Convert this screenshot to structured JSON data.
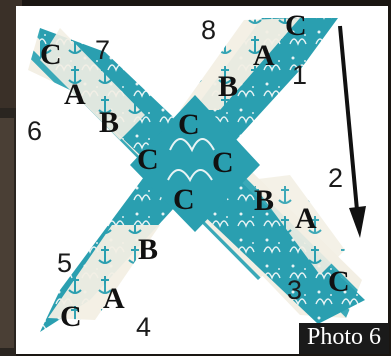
{
  "caption": "Photo 6",
  "numbers": [
    "1",
    "2",
    "3",
    "4",
    "5",
    "6",
    "7",
    "8"
  ],
  "letters": {
    "a": "A",
    "b": "B",
    "c": "C"
  },
  "colors": {
    "teal": "#2a9fb0",
    "teal_dark": "#1f8798",
    "cream": "#f3efe4",
    "arrow": "#111111"
  }
}
